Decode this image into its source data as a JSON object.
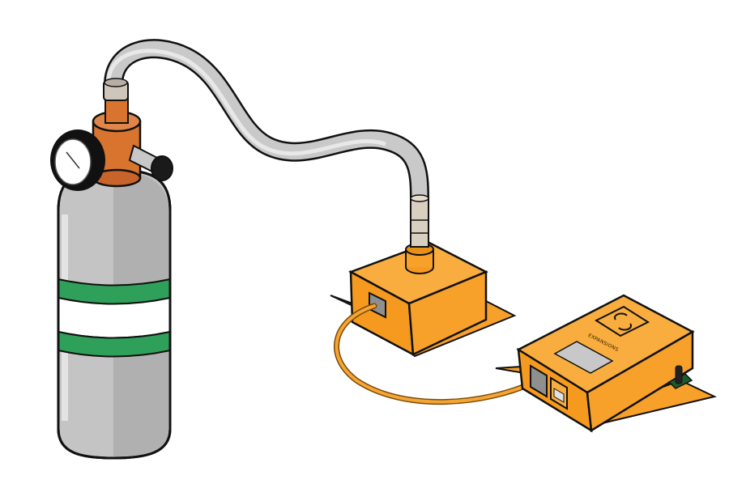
{
  "scene": {
    "type": "isometric illustration",
    "description": "Compressed gas cylinder with regulator and pressure gauge, connected by a grey hose to an orange sensor box, which is cabled to an orange controller unit"
  },
  "cylinder": {
    "body_color": "#c4c4c4",
    "band_color": "#2fa05a",
    "bands": 2,
    "regulator_color": "#d9742f",
    "gauge": "pressure-gauge"
  },
  "hose": {
    "color": "#bdbdbd"
  },
  "sensor_box": {
    "color": "#f7a02a",
    "ports": 1
  },
  "controller": {
    "color": "#f7a02a",
    "label_text": "EXPANSIONS",
    "icon": "refresh-icon",
    "display_color": "#c8c8c8",
    "ports": [
      "cable-port",
      "ethernet-port"
    ],
    "switch": "toggle-switch"
  },
  "cable": {
    "color": "#f09a28"
  }
}
